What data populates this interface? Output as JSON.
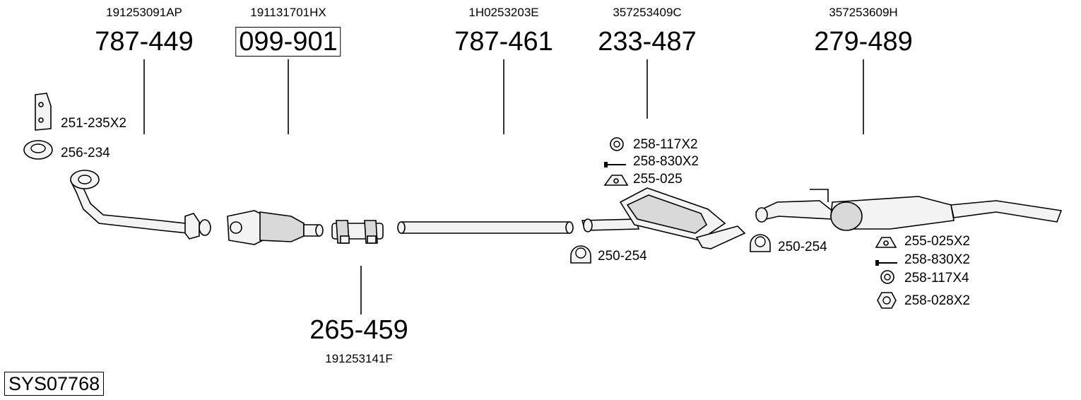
{
  "system_code": "SYS07768",
  "parts": [
    {
      "oe": "191253091AP",
      "number": "787-449"
    },
    {
      "oe": "191131701HX",
      "number": "099-901"
    },
    {
      "oe": "1H0253203E",
      "number": "787-461"
    },
    {
      "oe": "357253409C",
      "number": "233-487"
    },
    {
      "oe": "357253609H",
      "number": "279-489"
    },
    {
      "oe": "191253141F",
      "number": "265-459"
    }
  ],
  "accessories": {
    "bracket": "251-235X2",
    "gasket": "256-234",
    "m1_ring": "258-117X2",
    "m1_bolt": "258-830X2",
    "m1_mount": "255-025",
    "clamp_a": "250-254",
    "clamp_b": "250-254",
    "r_mount": "255-025X2",
    "r_bolt": "258-830X2",
    "r_ring": "258-117X4",
    "r_nut": "258-028X2"
  }
}
